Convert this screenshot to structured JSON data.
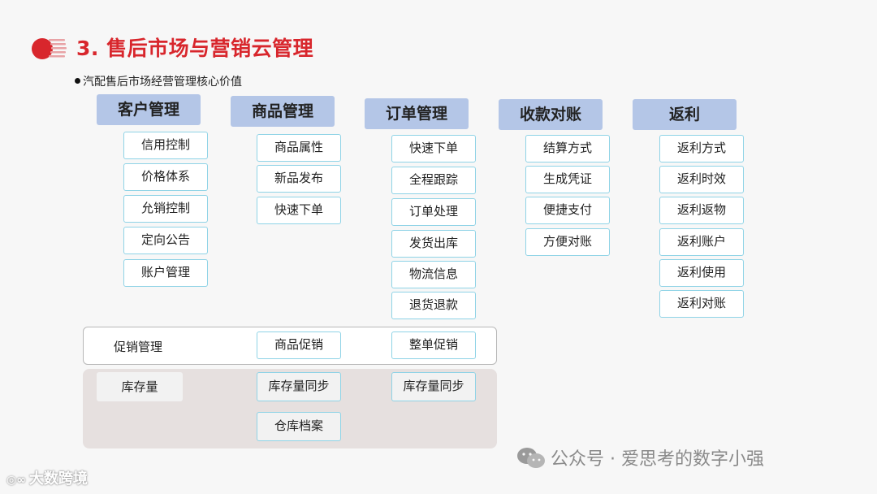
{
  "title": "3. 售后市场与营销云管理",
  "subtitle": "汽配售后市场经营管理核心价值",
  "columns": [
    {
      "header": "客户管理",
      "items": [
        "信用控制",
        "价格体系",
        "允销控制",
        "定向公告",
        "账户管理"
      ]
    },
    {
      "header": "商品管理",
      "items": [
        "商品属性",
        "新品发布",
        "快速下单"
      ]
    },
    {
      "header": "订单管理",
      "items": [
        "快速下单",
        "全程跟踪",
        "订单处理",
        "发货出库",
        "物流信息",
        "退货退款"
      ]
    },
    {
      "header": "收款对账",
      "items": [
        "结算方式",
        "生成凭证",
        "便捷支付",
        "方便对账"
      ]
    },
    {
      "header": "返利",
      "items": [
        "返利方式",
        "返利时效",
        "返利返物",
        "返利账户",
        "返利使用",
        "返利对账"
      ]
    }
  ],
  "promotion": {
    "label": "促销管理",
    "items": [
      "商品促销",
      "整单促销"
    ]
  },
  "inventory": {
    "label": "库存量",
    "items": [
      "库存量同步",
      "库存量同步",
      "仓库档案"
    ]
  },
  "watermark": {
    "right": "公众号 · 爱思考的数字小强",
    "left": "大数跨境"
  },
  "colors": {
    "title": "#d8262c",
    "header_bg": "#b4c6e7",
    "item_border": "#8fd3e6"
  }
}
